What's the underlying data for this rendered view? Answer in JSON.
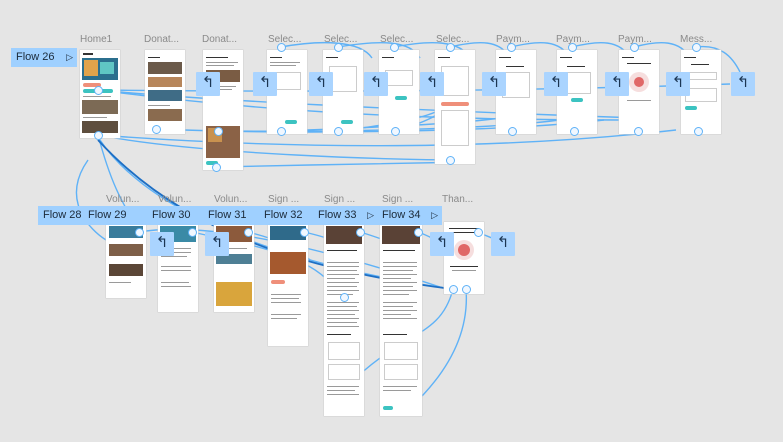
{
  "canvas": {
    "background": "#e5e5e5",
    "connector_color": "#5fb2f7",
    "badge_color": "#9fd0ff"
  },
  "flows": [
    {
      "label": "Flow 26"
    },
    {
      "label": "Flow 28"
    },
    {
      "label": "Flow 29"
    },
    {
      "label": "Flow 30"
    },
    {
      "label": "Flow 31"
    },
    {
      "label": "Flow 32"
    },
    {
      "label": "Flow 33"
    },
    {
      "label": "Flow 34"
    }
  ],
  "frames_row1": [
    "Home1",
    "Donat...",
    "Donat...",
    "Selec...",
    "Selec...",
    "Selec...",
    "Selec...",
    "Paym...",
    "Paym...",
    "Paym...",
    "Mess..."
  ],
  "frames_row2": [
    "Volun...",
    "Volun...",
    "Volun...",
    "Sign ...",
    "Sign ...",
    "Sign ...",
    "Than..."
  ],
  "back_symbol": "↰",
  "play_symbol": "▷"
}
